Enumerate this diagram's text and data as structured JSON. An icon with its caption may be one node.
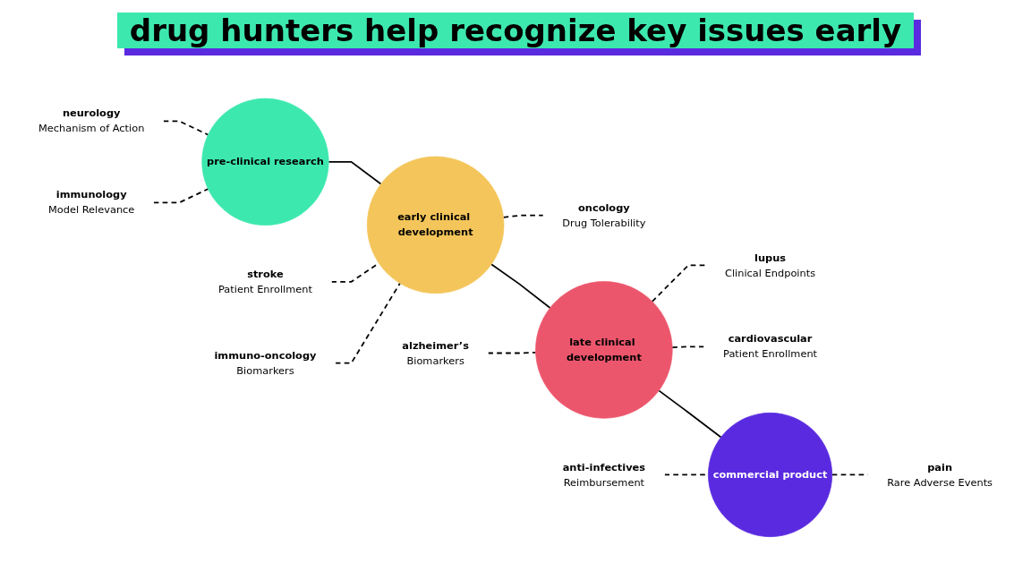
{
  "diagram": {
    "title": "drug hunters help recognize key issues early",
    "nodes": [
      {
        "text": [
          "neurology",
          "Mechanism of Action"
        ]
      },
      {
        "text": [
          "immunology",
          "Model Relevance"
        ]
      },
      {
        "text": [
          "pre-clinical research"
        ]
      },
      {
        "text": [
          "stroke",
          "Patient Enrollment"
        ]
      },
      {
        "text": [
          "oncology",
          "Drug Tolerability"
        ]
      },
      {
        "text": [
          "immuno-oncology",
          "Biomarkers"
        ]
      },
      {
        "text": [
          "early clinical development"
        ]
      },
      {
        "text": [
          "lupus",
          "Clinical Endpoints"
        ]
      },
      {
        "text": [
          "alzheimer’s",
          "Biomarkers"
        ]
      },
      {
        "text": [
          "cardiovascular",
          "Patient Enrollment"
        ]
      },
      {
        "text": [
          "late clinical development"
        ]
      },
      {
        "text": [
          "anti-infectives",
          "Reimbursement"
        ]
      },
      {
        "text": [
          "pain",
          "Rare Adverse Events"
        ]
      },
      {
        "text": [
          "commercial product"
        ]
      }
    ],
    "edges": [
      {
        "from": 0,
        "to": 2,
        "arrow": "none",
        "style": "dashed"
      },
      {
        "from": 1,
        "to": 2,
        "arrow": "none",
        "style": "dashed"
      },
      {
        "from": 2,
        "to": 6,
        "arrow": "none"
      },
      {
        "from": 3,
        "to": 6,
        "arrow": "none",
        "style": "dashed"
      },
      {
        "from": 6,
        "to": 4,
        "arrow": "none",
        "style": "dashed"
      },
      {
        "from": 5,
        "to": 6,
        "arrow": "none",
        "style": "dashed"
      },
      {
        "from": 6,
        "to": 10,
        "arrow": "none"
      },
      {
        "from": 10,
        "to": 7,
        "arrow": "none",
        "style": "dashed"
      },
      {
        "from": 8,
        "to": 10,
        "arrow": "none",
        "style": "dashed"
      },
      {
        "from": 10,
        "to": 9,
        "arrow": "none",
        "style": "dashed"
      },
      {
        "from": 10,
        "to": 13,
        "arrow": "none"
      },
      {
        "from": 11,
        "to": 13,
        "arrow": "none",
        "style": "dashed"
      },
      {
        "from": 13,
        "to": 12,
        "arrow": "none",
        "style": "dashed"
      }
    ]
  }
}
